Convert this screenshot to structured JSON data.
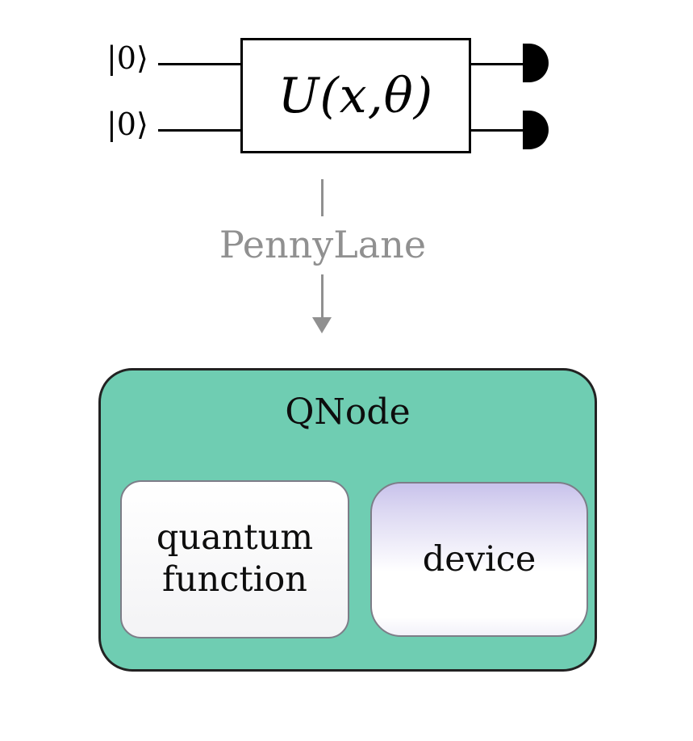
{
  "circuit": {
    "qubit_labels": [
      "|0⟩",
      "|0⟩"
    ],
    "gate_label": "U(x,θ)",
    "measurement_icon": "detector-icon",
    "num_wires": 2
  },
  "arrow": {
    "label": "PennyLane"
  },
  "qnode": {
    "title": "QNode",
    "quantum_function": {
      "line1": "quantum",
      "line2": "function"
    },
    "device": {
      "label": "device"
    }
  },
  "colors": {
    "qnode_bg": "#6FCDB2",
    "qnode_border": "#222222",
    "device_gradient_top": "#C8C2EB",
    "inner_border": "#7D7D88",
    "arrow_gray": "#909090",
    "wire_black": "#000000"
  }
}
